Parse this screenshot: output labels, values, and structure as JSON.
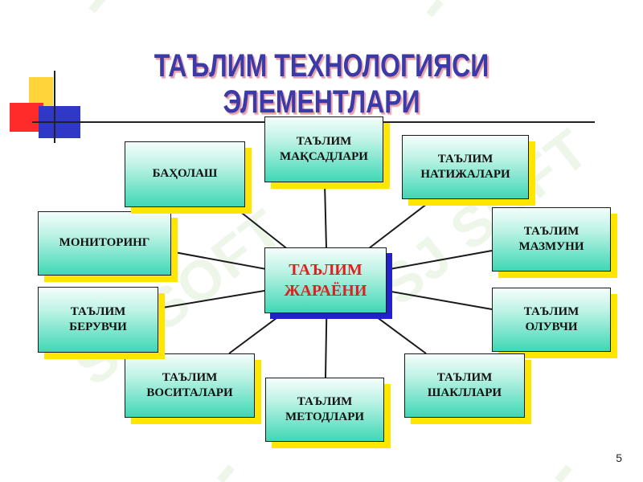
{
  "title": "ТАЪЛИМ ТЕХНОЛОГИЯСИ ЭЛЕМЕНТЛАРИ",
  "center": "ТАЪЛИМ\nЖАРАЁНИ",
  "nodes": {
    "maqsadlari": "ТАЪЛИМ\nМАҚСАДЛАРИ",
    "natijalari": "ТАЪЛИМ\nНАТИЖАЛАРИ",
    "mazmuni": "ТАЪЛИМ\nМАЗМУНИ",
    "oluvchi": "ТАЪЛИМ\nОЛУВЧИ",
    "shakllari": "ТАЪЛИМ\nШАКЛЛАРИ",
    "metodlari": "ТАЪЛИМ\nМЕТОДЛАРИ",
    "vositalari": "ТАЪЛИМ\nВОСИТАЛАРИ",
    "beruvchi": "ТАЪЛИМ\nБЕРУВЧИ",
    "monitoring": "МОНИТОРИНГ",
    "baholash": "БАҲОЛАШ"
  },
  "page_number": "5",
  "colors": {
    "title": "#3a3aa8",
    "center_text": "#e02020",
    "box_shadow": "#ffe600",
    "center_shadow": "#2222c8",
    "box_fill": "#3fd8b5"
  }
}
